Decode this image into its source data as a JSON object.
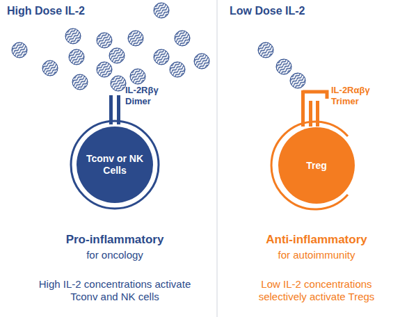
{
  "diagram": {
    "nodes": [
      {
        "text": [
          "Tconv or NK Cells"
        ]
      },
      {
        "text": [
          "Treg"
        ]
      }
    ],
    "labels": [
      "High Dose IL-2",
      "Low Dose IL-2",
      "IL-2Rβγ Dimer",
      "IL-2Rαβγ Trimer",
      "Pro-inflammatory",
      "for oncology",
      "High IL-2 concentrations activate Tconv and NK cells",
      "Anti-inflammatory",
      "for autoimmunity",
      "Low IL-2 concentrations selectively activate Tregs"
    ]
  }
}
